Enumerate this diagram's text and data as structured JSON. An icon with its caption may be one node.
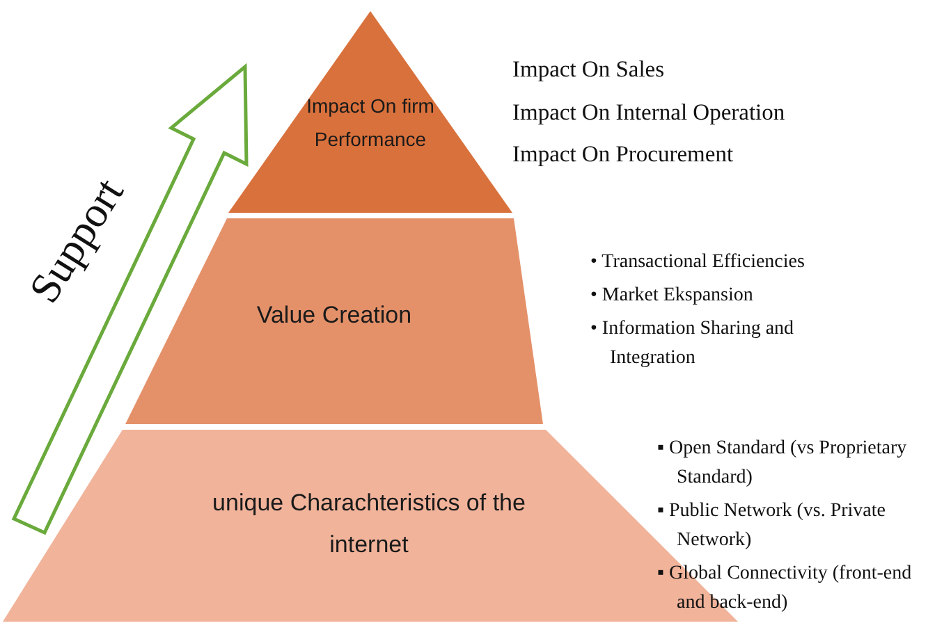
{
  "diagram": {
    "nodes": [
      {
        "text": [
          "Impact On firm Performance"
        ],
        "beside": [
          "Impact On Sales",
          "Impact On Internal Operation",
          "Impact On Procurement"
        ]
      },
      {
        "text": [
          "Value Creation"
        ],
        "beside": [
          "• Transactional Efficiencies",
          "• Market Ekspansion",
          "• Information Sharing and Integration"
        ]
      },
      {
        "text": [
          "unique Charachteristics of the internet"
        ],
        "beside": [
          "▪ Open Standard (vs Proprietary Standard)",
          "▪ Public Network (vs. Private Network)",
          "▪ Global Connectivity (front-end and back-end)"
        ]
      }
    ],
    "labels": [
      "Support"
    ]
  }
}
